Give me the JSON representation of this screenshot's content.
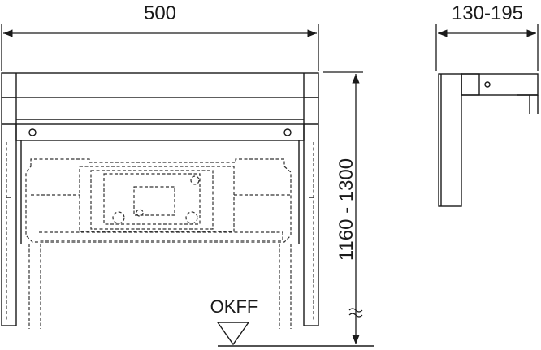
{
  "dimensions": {
    "width": "500",
    "depth": "130-195",
    "height": "1160 - 1300"
  },
  "labels": {
    "floor": "OKFF"
  },
  "colors": {
    "line": "#1a1a1a",
    "hidden_line": "#333333",
    "background": "#ffffff"
  }
}
